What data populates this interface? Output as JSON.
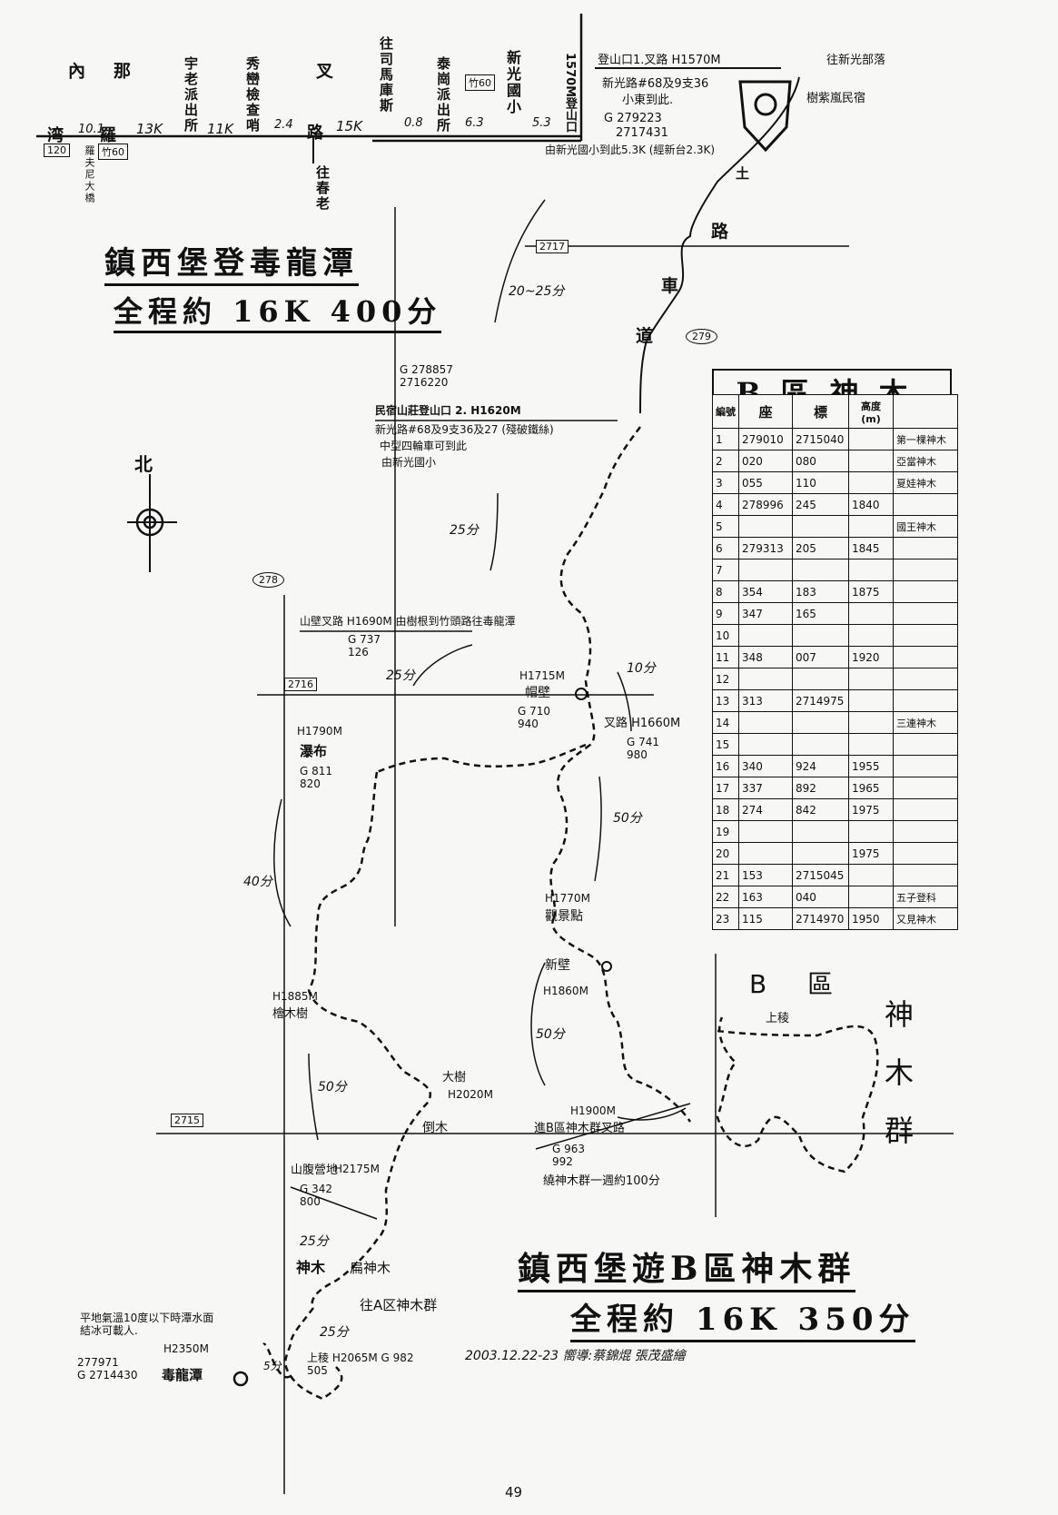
{
  "page_number": "49",
  "top_route": {
    "places": [
      "內",
      "那",
      "宇老派出所",
      "秀巒檢查哨",
      "叉",
      "往司馬庫斯",
      "泰崗派出所",
      "新光國小",
      "1570M登山口"
    ],
    "start": "湾",
    "luo": "羅",
    "lu": "路",
    "distances": [
      "10.1",
      "13K",
      "11K",
      "2.4",
      "15K",
      "0.8",
      "6.3",
      "5.3"
    ],
    "boxes": [
      "120",
      "竹60",
      "竹60"
    ],
    "bridge": "羅夫尼大橋",
    "to_laojiao": "往春老"
  },
  "trailhead1": {
    "l1": "登山口1.叉路   H1570M",
    "l2": "新光路#68及9支36",
    "l3": "小東到此.",
    "l4": "G 279223",
    "l5": "2717431",
    "l6": "由新光國小到此5.3K (經新台2.3K)",
    "to_xinguang": "往新光部落",
    "minsu": "樹紫嵐民宿"
  },
  "title1": {
    "line1": "鎮西堡登毒龍潭",
    "line2": "全程約 16K 400分"
  },
  "title2": {
    "line1": "鎮西堡遊B區神木群",
    "line2": "全程約 16K 350分"
  },
  "credit": "2003.12.22-23   嚮導:蔡錦焜   張茂盛繪",
  "road": {
    "chars": [
      "土",
      "路",
      "車",
      "道"
    ],
    "marker": "279"
  },
  "grid": {
    "g2717": "2717",
    "g2716": "2716",
    "g2715": "2715",
    "g278": "278"
  },
  "north": "北",
  "trailhead2": {
    "g": "G 278857\n2716220",
    "name": "民宿山莊登山口 2.  H1620M",
    "l2": "新光路#68及9支36及27 (殘破鐵絲)",
    "l3": "中型四輪車可到此",
    "l4": "由新光國小"
  },
  "junction_shanbi": {
    "name": "山壁叉路 H1690M  由樹根到竹頭路往毒龍潭",
    "g": "G 737\n126"
  },
  "pubi": {
    "h": "H1790M",
    "name": "瀑布",
    "g": "G 811\n820"
  },
  "maoding": {
    "h": "H1715M",
    "name": "帽壁",
    "g": "G 710\n940"
  },
  "chalu": {
    "name": "叉路 H1660M",
    "g": "G 741\n980"
  },
  "guanjing": {
    "h": "H1770M",
    "name": "觀景點"
  },
  "xinbi": {
    "name": "新壁",
    "h": "H1860M"
  },
  "h1885": {
    "h": "H1885M",
    "name": "檜木樹"
  },
  "dashu": {
    "name": "大樹",
    "h": "H2020M"
  },
  "daomu": "倒木",
  "shanmuding": {
    "name": "山腹營地",
    "h": "H2175M",
    "g": "G 342\n800"
  },
  "shenmu": "神木",
  "bing_shenmu": "扁神木",
  "to_a": "往A区神木群",
  "dulong": {
    "note": "平地氣溫10度以下時潭水面\n結冰可載人.",
    "h": "H2350M",
    "g": "277971\nG 2714430",
    "name": "毒龍潭"
  },
  "shangling": "上稜 H2065M G 982\n505",
  "b_junction": {
    "h": "H1900M",
    "name": "進B區神木群叉路",
    "g": "G 963\n992",
    "loop": "繞神木群一週約100分"
  },
  "times": [
    "20~25分",
    "25分",
    "25分",
    "10分",
    "50分",
    "40分",
    "50分",
    "50分",
    "25分",
    "25分",
    "5分"
  ],
  "b_area_label": "B  區",
  "b_area_vertical": "神木群",
  "b_shangling": "上稜",
  "b_table": {
    "title": "B區神木",
    "headers": [
      "編號",
      "座",
      "標",
      "高度(m)",
      ""
    ],
    "rows": [
      [
        "1",
        "279010",
        "2715040",
        "",
        "第一棵神木"
      ],
      [
        "2",
        "020",
        "080",
        "",
        "亞當神木"
      ],
      [
        "3",
        "055",
        "110",
        "",
        "夏娃神木"
      ],
      [
        "4",
        "278996",
        "245",
        "1840",
        ""
      ],
      [
        "5",
        "",
        "",
        "",
        "國王神木"
      ],
      [
        "6",
        "279313",
        "205",
        "1845",
        ""
      ],
      [
        "7",
        "",
        "",
        "",
        ""
      ],
      [
        "8",
        "354",
        "183",
        "1875",
        ""
      ],
      [
        "9",
        "347",
        "165",
        "",
        ""
      ],
      [
        "10",
        "",
        "",
        "",
        ""
      ],
      [
        "11",
        "348",
        "007",
        "1920",
        ""
      ],
      [
        "12",
        "",
        "",
        "",
        ""
      ],
      [
        "13",
        "313",
        "2714975",
        "",
        ""
      ],
      [
        "14",
        "",
        "",
        "",
        "三連神木"
      ],
      [
        "15",
        "",
        "",
        "",
        ""
      ],
      [
        "16",
        "340",
        "924",
        "1955",
        ""
      ],
      [
        "17",
        "337",
        "892",
        "1965",
        ""
      ],
      [
        "18",
        "274",
        "842",
        "1975",
        ""
      ],
      [
        "19",
        "",
        "",
        "",
        ""
      ],
      [
        "20",
        "",
        "",
        "1975",
        ""
      ],
      [
        "21",
        "153",
        "2715045",
        "",
        ""
      ],
      [
        "22",
        "163",
        "040",
        "",
        "五子登科"
      ],
      [
        "23",
        "115",
        "2714970",
        "1950",
        "又見神木"
      ]
    ]
  }
}
